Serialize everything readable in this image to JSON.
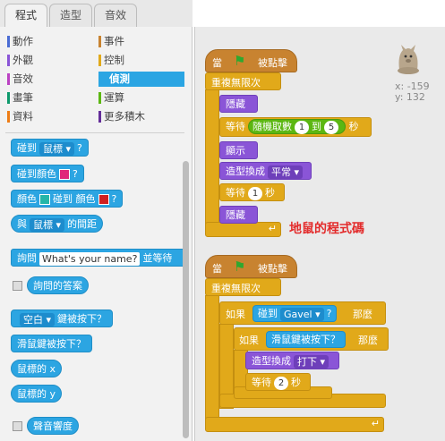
{
  "tabs": [
    {
      "label": "程式"
    },
    {
      "label": "造型"
    },
    {
      "label": "音效"
    }
  ],
  "categories": [
    {
      "label": "動作",
      "color": "#4a6cd4"
    },
    {
      "label": "事件",
      "color": "#c88330"
    },
    {
      "label": "外觀",
      "color": "#8a55d7"
    },
    {
      "label": "控制",
      "color": "#e1a91a"
    },
    {
      "label": "音效",
      "color": "#bb42c3"
    },
    {
      "label": "偵測",
      "color": "#2ca5e2"
    },
    {
      "label": "畫筆",
      "color": "#0e9a6c"
    },
    {
      "label": "運算",
      "color": "#5cb712"
    },
    {
      "label": "資料",
      "color": "#ee7d16"
    },
    {
      "label": "更多積木",
      "color": "#632d99"
    }
  ],
  "palette": {
    "touching_label": "碰到",
    "touching_dd": "鼠標",
    "q": "?",
    "touching_color": "碰到顏色",
    "color_pink": "#e0267a",
    "color_a": "顏色",
    "color_touching": "碰到",
    "color_b": "顏色",
    "color_teal": "#25b6a8",
    "color_red": "#d02020",
    "distance_a": "與",
    "distance_dd": "鼠標",
    "distance_b": "的間距",
    "ask_label": "詢問",
    "ask_value": "What's your name?",
    "ask_wait": "並等待",
    "answer": "詢問的答案",
    "key_dd": "空白",
    "key_label": "鍵被按下？",
    "mouse_down": "滑鼠鍵被按下？",
    "mouse_x": "鼠標的 x",
    "mouse_y": "鼠標的 y",
    "loudness": "聲音響度"
  },
  "sprite": {
    "x_label": "x: -159",
    "y_label": "y: 132"
  },
  "script1": {
    "hat_when": "當",
    "hat_clicked": "被點擊",
    "forever": "重複無限次",
    "hide1": "隱藏",
    "wait_label": "等待",
    "random_label": "隨機取數",
    "r1": "1",
    "to": "到",
    "r2": "5",
    "sec": "秒",
    "show": "顯示",
    "switch_label": "造型換成",
    "costume": "平常",
    "wait2_label": "等待",
    "w2": "1",
    "sec2": "秒",
    "hide2": "隱藏"
  },
  "annotation": "地鼠的程式碼",
  "script2": {
    "hat_when": "當",
    "hat_clicked": "被點擊",
    "forever": "重複無限次",
    "if1": "如果",
    "touching": "碰到",
    "target": "Gavel",
    "q": "?",
    "then1": "那麼",
    "if2": "如果",
    "mouse_down": "滑鼠鍵被按下？",
    "then2": "那麼",
    "switch_label": "造型換成",
    "costume": "打下",
    "wait_label": "等待",
    "w": "2",
    "sec": "秒"
  }
}
